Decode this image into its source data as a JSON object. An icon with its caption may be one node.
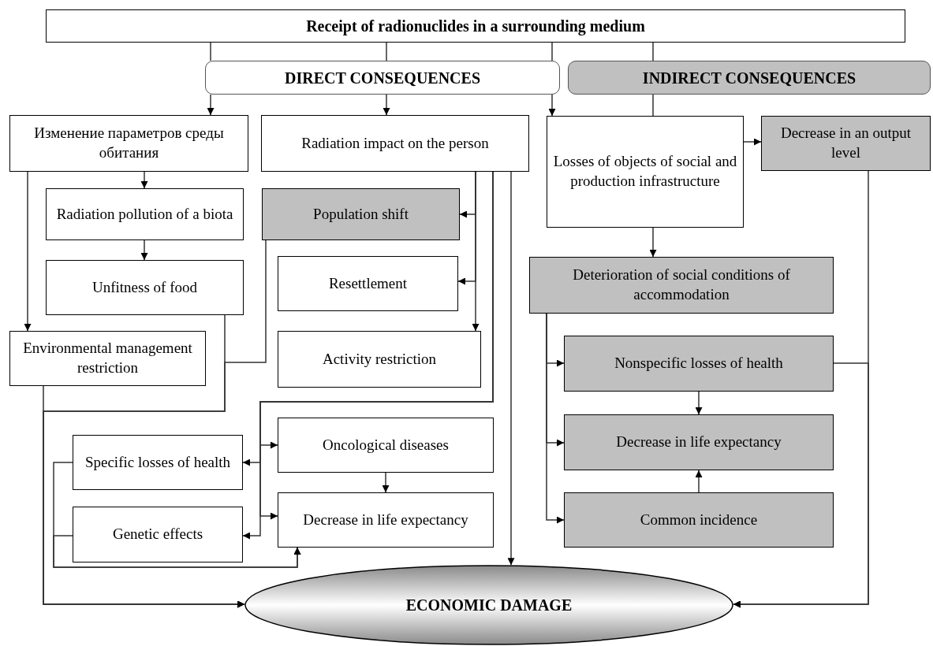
{
  "diagram": {
    "nodes": [
      {
        "text": [
          "Receipt of radionuclides in a surrounding medium"
        ]
      },
      {
        "text": [
          "DIRECT CONSEQUENCES"
        ]
      },
      {
        "text": [
          "INDIRECT CONSEQUENCES"
        ]
      },
      {
        "text": [
          "Изменение параметров среды обитания"
        ]
      },
      {
        "text": [
          "Radiation impact on the person"
        ]
      },
      {
        "text": [
          "Losses of objects of social and production infrastructure"
        ]
      },
      {
        "text": [
          "Decrease in an output level"
        ]
      },
      {
        "text": [
          "Radiation pollution of a biota"
        ]
      },
      {
        "text": [
          "Population shift"
        ]
      },
      {
        "text": [
          "Unfitness of food"
        ]
      },
      {
        "text": [
          "Resettlement"
        ]
      },
      {
        "text": [
          "Environmental management restriction"
        ]
      },
      {
        "text": [
          "Activity restriction"
        ]
      },
      {
        "text": [
          "Deterioration of social conditions of accommodation"
        ]
      },
      {
        "text": [
          "Nonspecific losses of health"
        ]
      },
      {
        "text": [
          "Specific losses of health"
        ]
      },
      {
        "text": [
          "Oncological diseases"
        ]
      },
      {
        "text": [
          "Decrease in life expectancy"
        ]
      },
      {
        "text": [
          "Genetic effects"
        ]
      },
      {
        "text": [
          "Decrease in life expectancy"
        ]
      },
      {
        "text": [
          "Common incidence"
        ]
      },
      {
        "text": [
          "ECONOMIC DAMAGE"
        ]
      }
    ],
    "edges": [
      {
        "from": 0,
        "to": 1,
        "arrow": "none"
      },
      {
        "from": 0,
        "to": 1,
        "arrow": "none"
      },
      {
        "from": 0,
        "to": 1,
        "arrow": "none"
      },
      {
        "from": 0,
        "to": 2,
        "arrow": "none"
      },
      {
        "from": 1,
        "to": 3,
        "arrow": "to"
      },
      {
        "from": 1,
        "to": 4,
        "arrow": "to"
      },
      {
        "from": 1,
        "to": 5,
        "arrow": "to"
      },
      {
        "from": 2,
        "to": 5,
        "arrow": "none"
      },
      {
        "from": 3,
        "to": 7,
        "arrow": "to"
      },
      {
        "from": 3,
        "to": 11,
        "arrow": "to"
      },
      {
        "from": 7,
        "to": 9,
        "arrow": "to"
      },
      {
        "from": 4,
        "to": 8,
        "arrow": "to"
      },
      {
        "from": 4,
        "to": 10,
        "arrow": "to"
      },
      {
        "from": 4,
        "to": 12,
        "arrow": "to"
      },
      {
        "from": 4,
        "to": 15,
        "arrow": "to"
      },
      {
        "from": 4,
        "to": 16,
        "arrow": "to"
      },
      {
        "from": 4,
        "to": 18,
        "arrow": "to"
      },
      {
        "from": 4,
        "to": 19,
        "arrow": "to"
      },
      {
        "from": 4,
        "to": 21,
        "arrow": "to"
      },
      {
        "from": 16,
        "to": 19,
        "arrow": "to"
      },
      {
        "from": 15,
        "to": 19,
        "arrow": "to"
      },
      {
        "from": 18,
        "to": 19,
        "arrow": "to"
      },
      {
        "from": 11,
        "to": 21,
        "arrow": "to"
      },
      {
        "from": 9,
        "to": 21,
        "arrow": "to"
      },
      {
        "from": 8,
        "to": 21,
        "arrow": "to"
      },
      {
        "from": 5,
        "to": 6,
        "arrow": "to"
      },
      {
        "from": 5,
        "to": 13,
        "arrow": "to"
      },
      {
        "from": 13,
        "to": 14,
        "arrow": "to"
      },
      {
        "from": 13,
        "to": 17,
        "arrow": "to"
      },
      {
        "from": 13,
        "to": 20,
        "arrow": "to"
      },
      {
        "from": 14,
        "to": 17,
        "arrow": "to"
      },
      {
        "from": 20,
        "to": 17,
        "arrow": "to"
      },
      {
        "from": 6,
        "to": 21,
        "arrow": "to"
      },
      {
        "from": 14,
        "to": 21,
        "arrow": "to"
      }
    ]
  }
}
